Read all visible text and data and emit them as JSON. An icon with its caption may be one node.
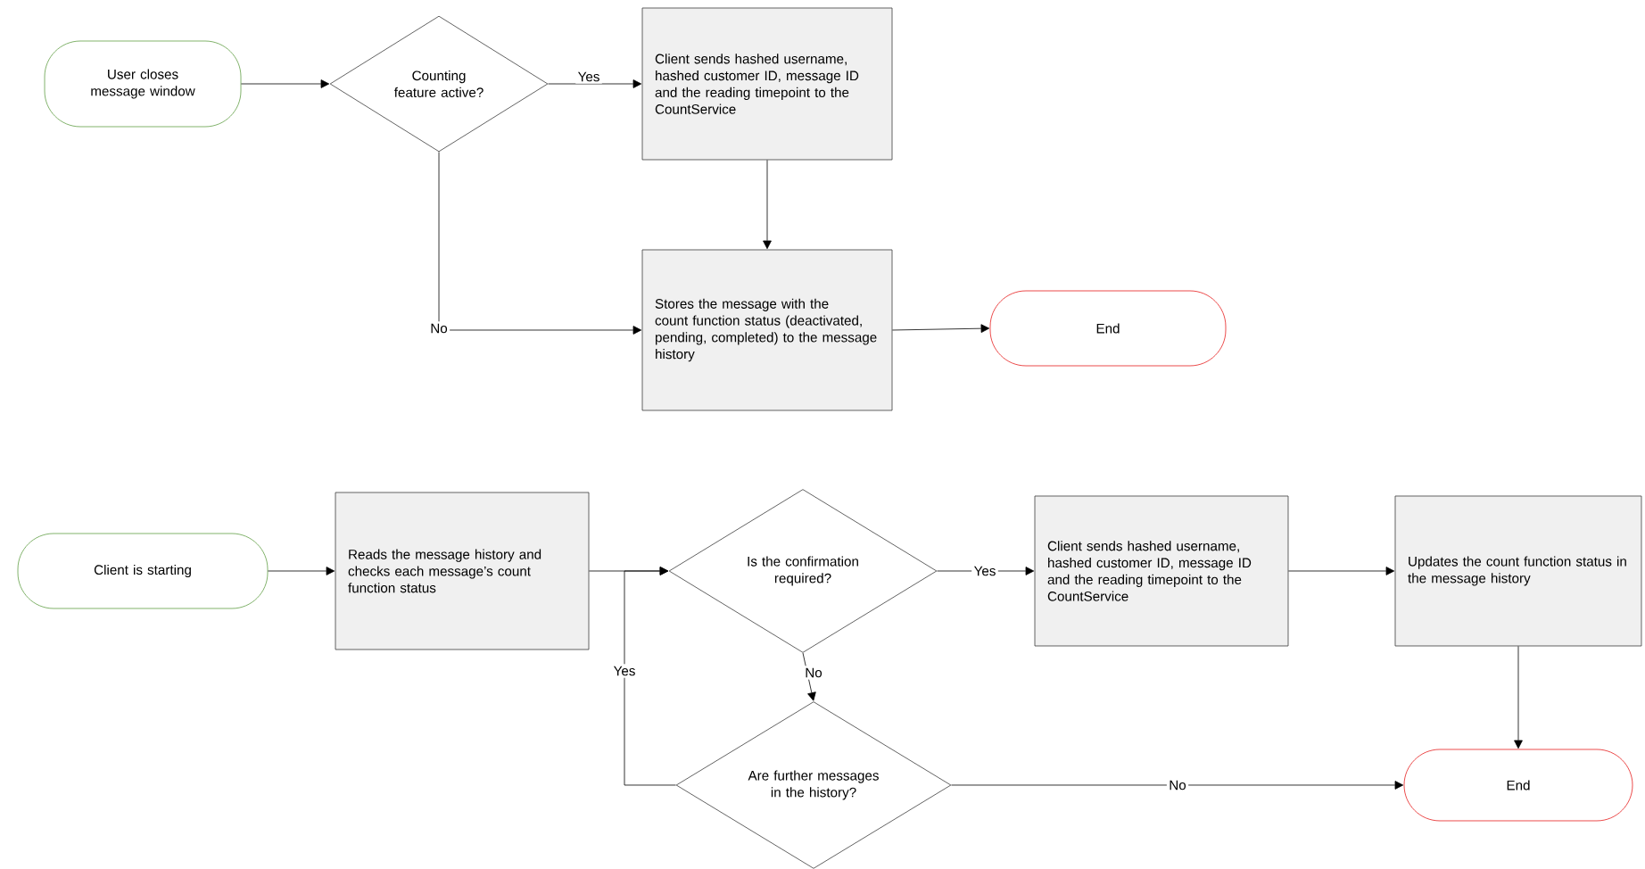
{
  "diagram": {
    "nodes": [
      {
        "text": [
          "User closes message window"
        ]
      },
      {
        "text": [
          "Counting feature active?"
        ]
      },
      {
        "text": [
          "Client sends hashed username, hashed customer ID, message ID and the reading timepoint to the CountService"
        ]
      },
      {
        "text": [
          "Stores the message with the count function status (deactivated, pending, completed) to the message history"
        ]
      },
      {
        "text": [
          "End"
        ]
      },
      {
        "text": [
          "Client is starting"
        ]
      },
      {
        "text": [
          "Reads the message history and checks each message’s count function status"
        ]
      },
      {
        "text": [
          "Is the confirmation required?"
        ]
      },
      {
        "text": [
          "Client sends hashed username, hashed customer ID, message ID and the reading timepoint to the CountService"
        ]
      },
      {
        "text": [
          "Updates the count function status in the message history"
        ]
      },
      {
        "text": [
          "Are further messages in the history?"
        ]
      },
      {
        "text": [
          "End"
        ]
      }
    ],
    "edges": [
      {
        "from": 0,
        "to": 1,
        "arrow": "to"
      },
      {
        "from": 1,
        "to": 2,
        "arrow": "to",
        "label": "Yes"
      },
      {
        "from": 2,
        "to": 3,
        "arrow": "to"
      },
      {
        "from": 1,
        "to": 3,
        "arrow": "to",
        "label": "No"
      },
      {
        "from": 3,
        "to": 4,
        "arrow": "to"
      },
      {
        "from": 5,
        "to": 6,
        "arrow": "to"
      },
      {
        "from": 6,
        "to": 7,
        "arrow": "to"
      },
      {
        "from": 7,
        "to": 8,
        "arrow": "to",
        "label": "Yes"
      },
      {
        "from": 8,
        "to": 9,
        "arrow": "to"
      },
      {
        "from": 9,
        "to": 11,
        "arrow": "to"
      },
      {
        "from": 7,
        "to": 10,
        "arrow": "to",
        "label": "No"
      },
      {
        "from": 10,
        "to": 7,
        "arrow": "to",
        "label": "Yes"
      },
      {
        "from": 10,
        "to": 11,
        "arrow": "to",
        "label": "No"
      }
    ]
  }
}
